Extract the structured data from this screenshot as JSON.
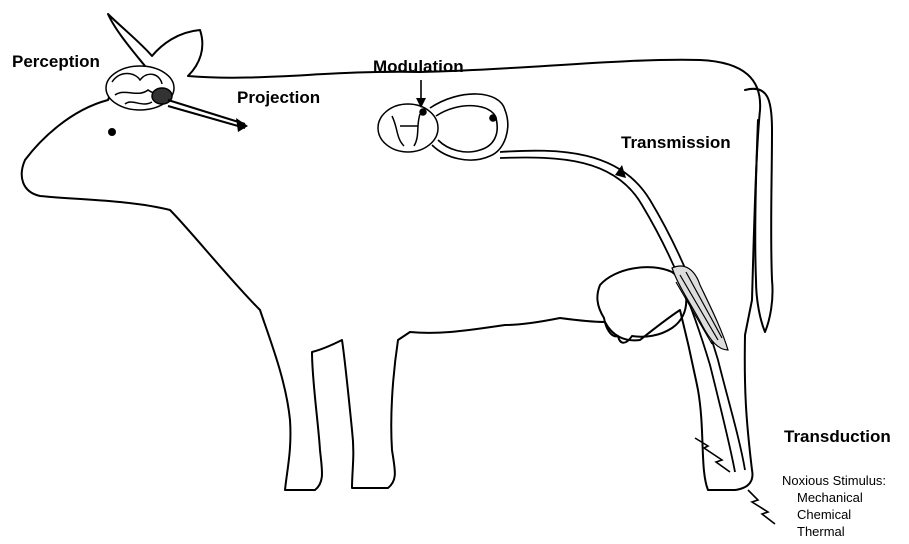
{
  "labels": {
    "perception": "Perception",
    "projection": "Projection",
    "modulation": "Modulation",
    "transmission": "Transmission",
    "transduction": "Transduction"
  },
  "stimulus": {
    "heading": "Noxious Stimulus:",
    "types": [
      "Mechanical",
      "Chemical",
      "Thermal"
    ]
  }
}
